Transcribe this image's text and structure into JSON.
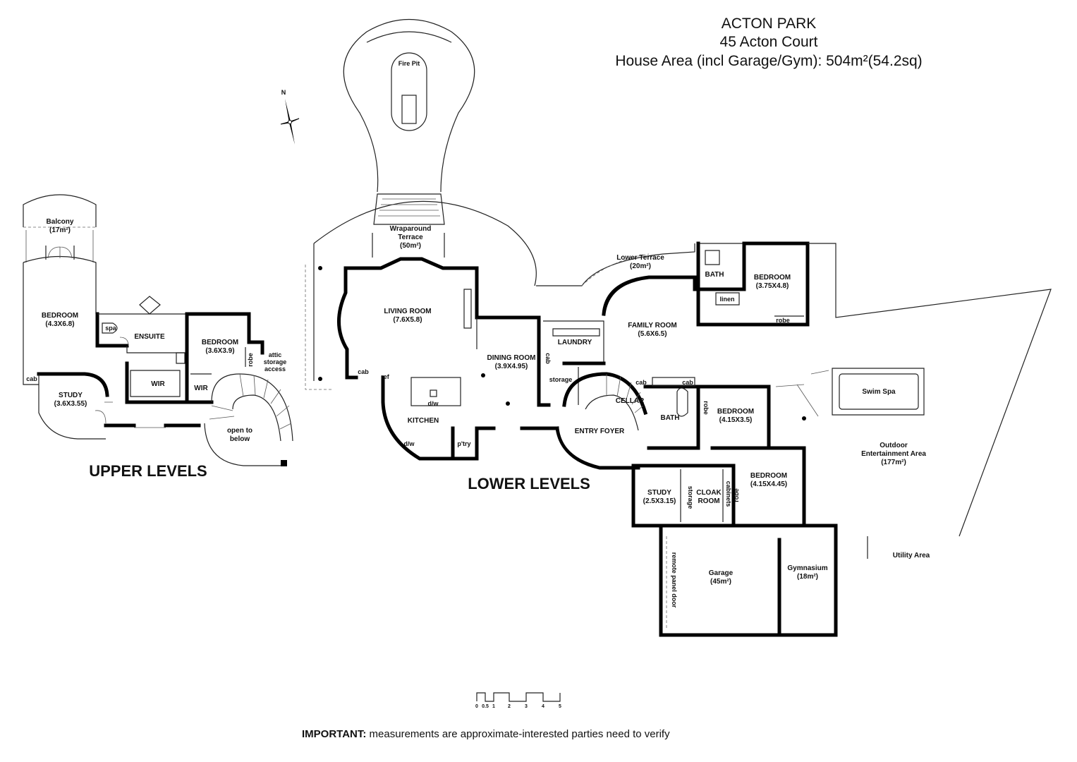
{
  "header": {
    "title": "ACTON PARK",
    "address": "45 Acton Court",
    "area": "House Area (incl Garage/Gym): 504m²(54.2sq)"
  },
  "compass": {
    "label": "N"
  },
  "levels": {
    "upper": "UPPER LEVELS",
    "lower": "LOWER LEVELS"
  },
  "upper_rooms": {
    "balcony": [
      "Balcony",
      "(17m²)"
    ],
    "bedroom_main": [
      "BEDROOM",
      "(4.3X6.8)"
    ],
    "spa": "spa",
    "ensuite": "ENSUITE",
    "bedroom2": [
      "BEDROOM",
      "(3.6X3.9)"
    ],
    "robe": "robe",
    "attic": [
      "attic",
      "storage",
      "access"
    ],
    "wir1": "WIR",
    "wir2": "WIR",
    "cab": "cab",
    "study": [
      "STUDY",
      "(3.6X3.55)"
    ],
    "open": [
      "open to",
      "below"
    ]
  },
  "lower_rooms": {
    "fire_pit": "Fire Pit",
    "wraparound": [
      "Wraparound",
      "Terrace",
      "(50m²)"
    ],
    "living": [
      "LIVING ROOM",
      "(7.6X5.8)"
    ],
    "cab": "cab",
    "ref": "ref",
    "dining": [
      "DINING ROOM",
      "(3.9X4.95)"
    ],
    "cab2": "cab",
    "laundry": "LAUNDRY",
    "storage": "storage",
    "dw1": "d/w",
    "kitchen": "KITCHEN",
    "dw2": "d/w",
    "pantry": "p'try",
    "lower_terrace": [
      "Lower Terrace",
      "(20m²)"
    ],
    "bath1": "BATH",
    "linen": "linen",
    "bedroom_a": [
      "BEDROOM",
      "(3.75X4.8)"
    ],
    "robe_a": "robe",
    "family": [
      "FAMILY ROOM",
      "(5.6X6.5)"
    ],
    "cab3": "cab",
    "cab4": "cab",
    "cellar": "CELLAR",
    "entry": "ENTRY FOYER",
    "bath2": "BATH",
    "robe_b": "robe",
    "bedroom_b": [
      "BEDROOM",
      "(4.15X3.5)"
    ],
    "swim_spa": "Swim Spa",
    "outdoor": [
      "Outdoor",
      "Entertainment Area",
      "(177m²)"
    ],
    "study": [
      "STUDY",
      "(2.5X3.15)"
    ],
    "storage2": "storage",
    "cloak": [
      "CLOAK",
      "ROOM"
    ],
    "cabinets": "cabinets",
    "robe_c": "robe",
    "bedroom_c": [
      "BEDROOM",
      "(4.15X4.45)"
    ],
    "utility": "Utility Area",
    "remote": "remote panel door",
    "garage": [
      "Garage",
      "(45m²)"
    ],
    "gym": [
      "Gymnasium",
      "(18m²)"
    ]
  },
  "scale": {
    "ticks": [
      "0",
      "0.5",
      "1",
      "2",
      "3",
      "4",
      "5"
    ]
  },
  "footer": {
    "important": "IMPORTANT:",
    "note": " measurements are approximate-interested parties need to verify"
  }
}
